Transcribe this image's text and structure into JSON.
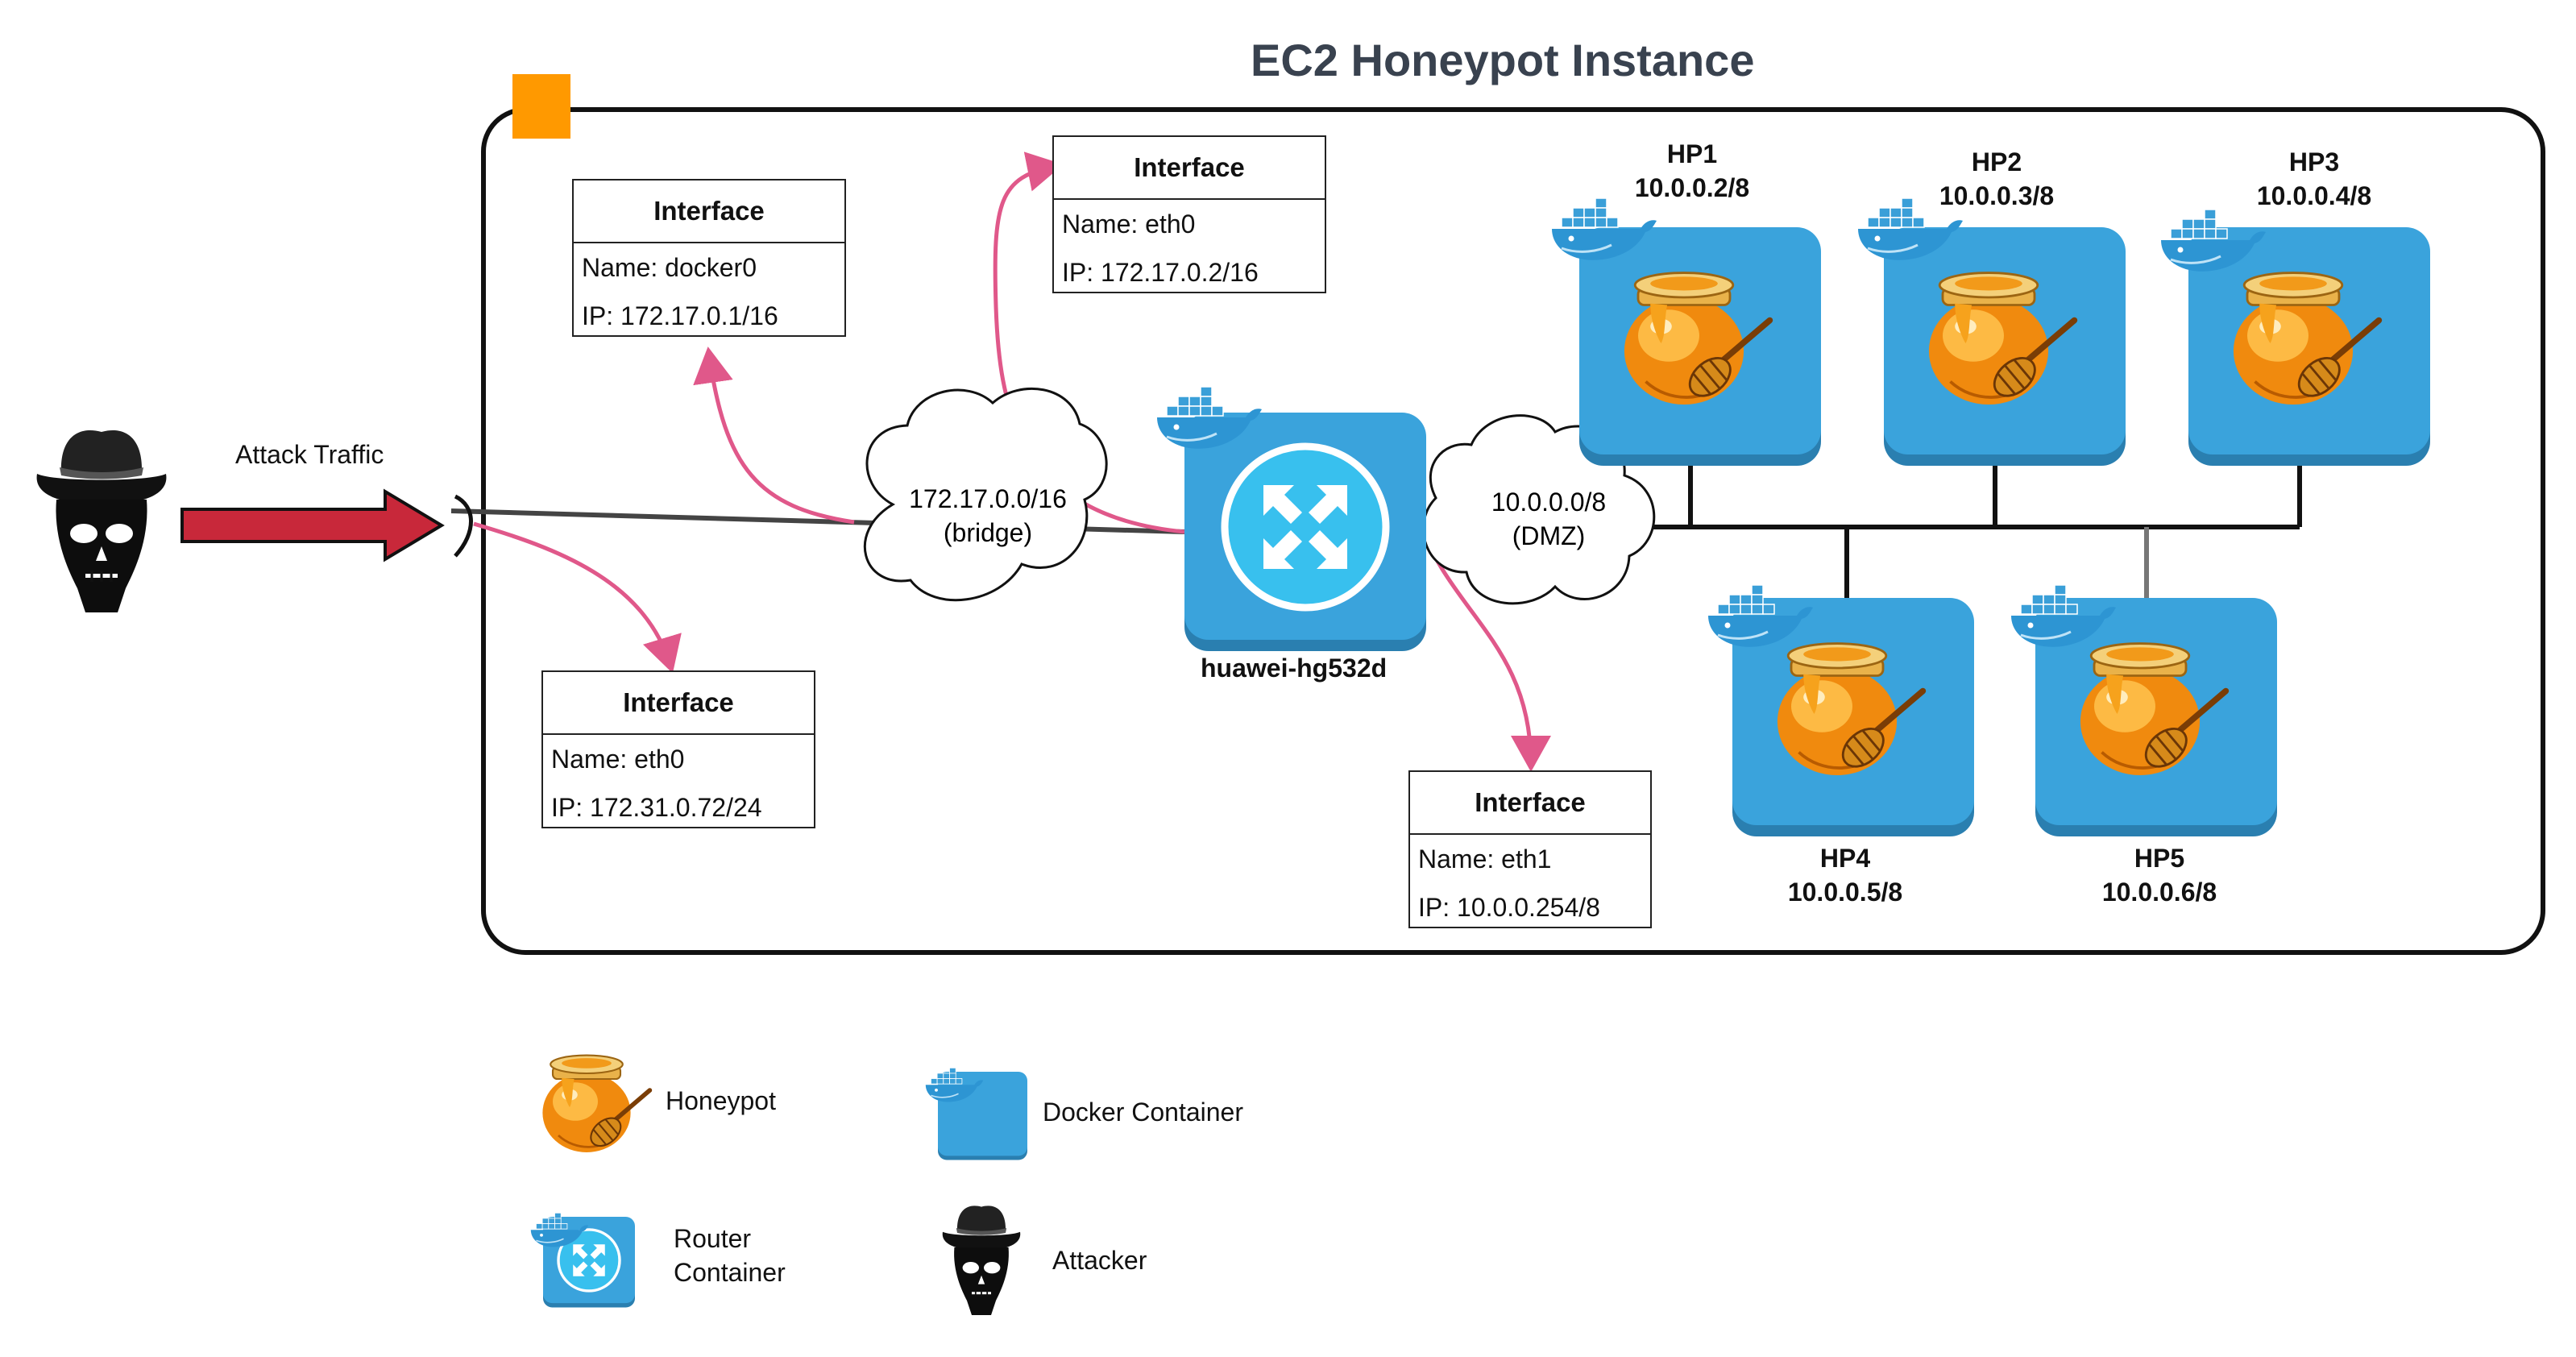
{
  "title": "EC2 Honeypot Instance",
  "attack_label": "Attack Traffic",
  "router_label": "huawei-hg532d",
  "clouds": {
    "bridge": {
      "line1": "172.17.0.0/16",
      "line2": "(bridge)"
    },
    "dmz": {
      "line1": "10.0.0.0/8",
      "line2": "(DMZ)"
    }
  },
  "interfaces": {
    "docker0": {
      "header": "Interface",
      "name": "Name: docker0",
      "ip": "IP: 172.17.0.1/16"
    },
    "router_eth0": {
      "header": "Interface",
      "name": "Name: eth0",
      "ip": "IP: 172.17.0.2/16"
    },
    "host_eth0": {
      "header": "Interface",
      "name": "Name: eth0",
      "ip": "IP: 172.31.0.72/24"
    },
    "router_eth1": {
      "header": "Interface",
      "name": "Name: eth1",
      "ip": "IP: 10.0.0.254/8"
    }
  },
  "honeypots": {
    "hp1": {
      "name": "HP1",
      "ip": "10.0.0.2/8"
    },
    "hp2": {
      "name": "HP2",
      "ip": "10.0.0.3/8"
    },
    "hp3": {
      "name": "HP3",
      "ip": "10.0.0.4/8"
    },
    "hp4": {
      "name": "HP4",
      "ip": "10.0.0.5/8"
    },
    "hp5": {
      "name": "HP5",
      "ip": "10.0.0.6/8"
    }
  },
  "legend": {
    "honeypot": "Honeypot",
    "docker_container": "Docker Container",
    "router_line1": "Router",
    "router_line2": "Container",
    "attacker": "Attacker"
  },
  "colors": {
    "container_blue": "#3aa3dc",
    "container_shadow": "#2a7fb0",
    "router_circle": "#38c0ee",
    "attack_arrow": "#c8283a",
    "pink_arrow": "#e0588a",
    "honey": "#f28a10",
    "instance_marker": "#ff9900"
  },
  "icons": [
    "attacker-icon",
    "honeypot-icon",
    "docker-whale-icon",
    "router-icon",
    "cloud-icon"
  ]
}
